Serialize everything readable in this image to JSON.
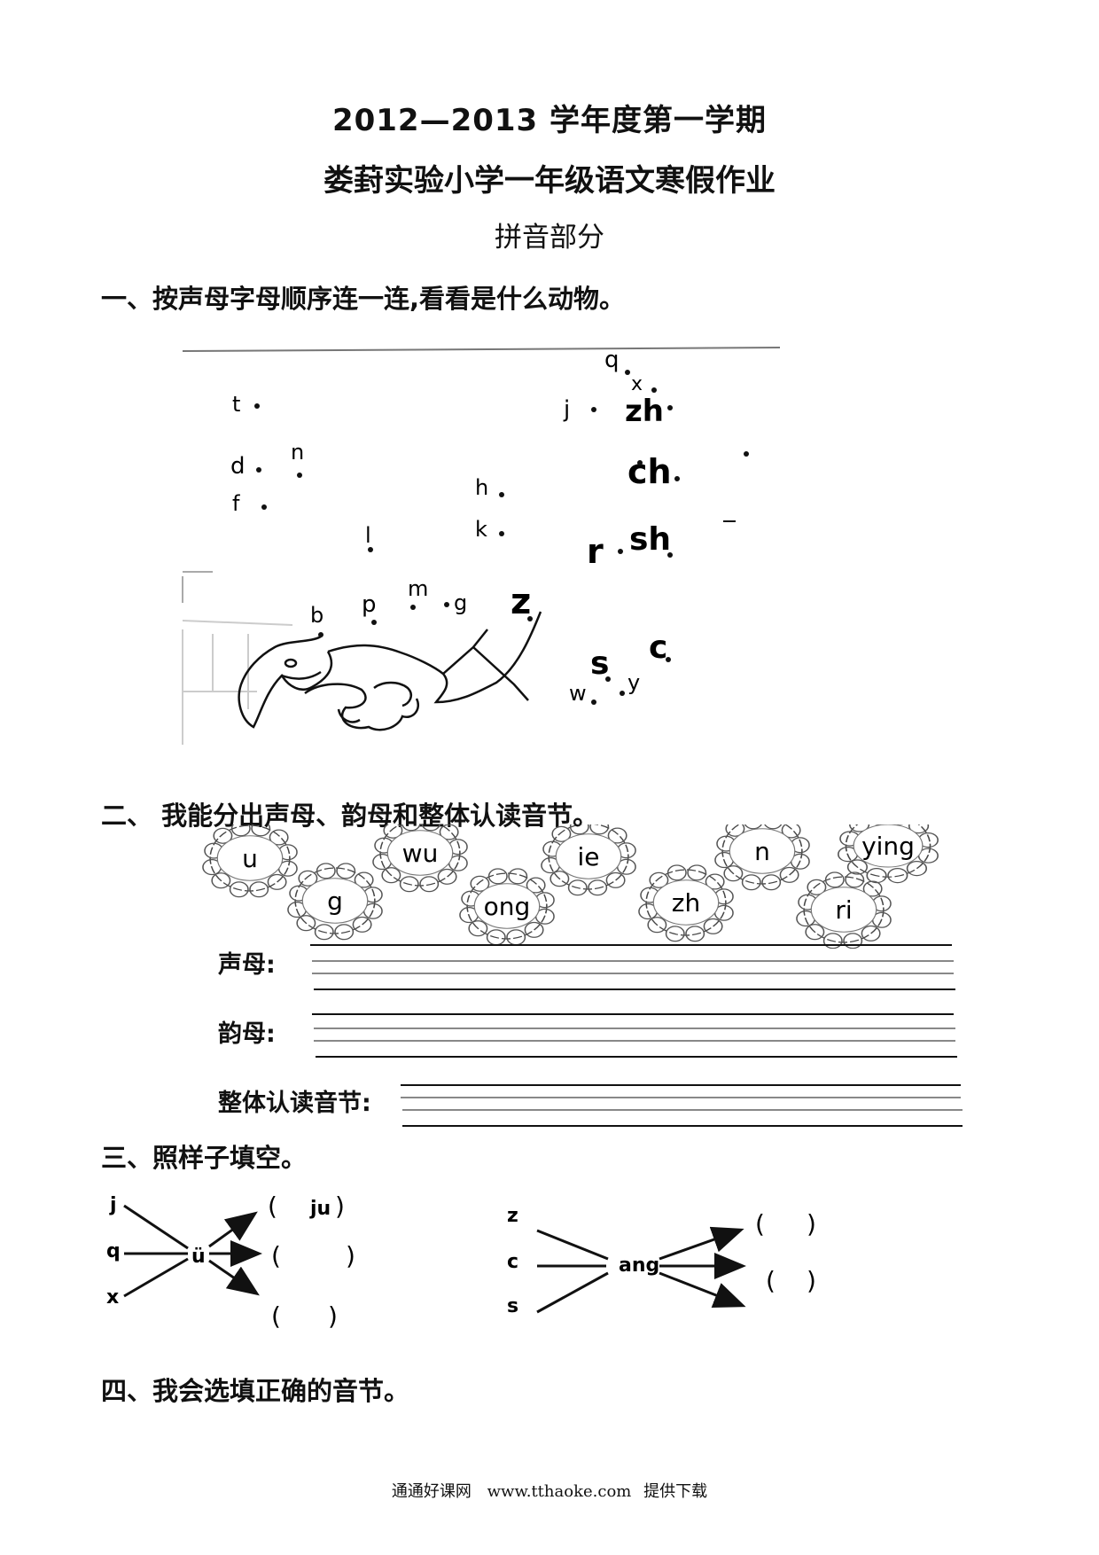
{
  "header": {
    "term": "2012—2013 学年度第一学期",
    "title": "娄葑实验小学一年级语文寒假作业",
    "part": "拼音部分"
  },
  "section1": {
    "heading": "一、按声母字母顺序连一连,看看是什么动物。",
    "dot_letters": [
      "q",
      "x",
      "j",
      "zh",
      "t",
      "d",
      "n",
      "f",
      "h",
      "ch",
      "k",
      "sh",
      "r",
      "l",
      "p",
      "m",
      "g",
      "z",
      "b",
      "s",
      "c",
      "w",
      "y"
    ]
  },
  "section2": {
    "heading": "二、 我能分出声母、韵母和整体认读音节。",
    "flowers": [
      "u",
      "wu",
      "ie",
      "n",
      "ying",
      "g",
      "ong",
      "zh",
      "ri"
    ],
    "labels": {
      "shengmu": "声母:",
      "yunmu": "韵母:",
      "zhengti": "整体认读音节:"
    }
  },
  "section3": {
    "heading": "三、照样子填空。",
    "left": {
      "initials": [
        "j",
        "q",
        "x"
      ],
      "final": "ü",
      "example": "ju"
    },
    "right": {
      "initials": [
        "z",
        "c",
        "s"
      ],
      "final": "ang"
    }
  },
  "section4": {
    "heading": "四、我会选填正确的音节。"
  },
  "footer": {
    "site": "通通好课网",
    "url": "www.tthaoke.com",
    "provide": "提供下载"
  }
}
